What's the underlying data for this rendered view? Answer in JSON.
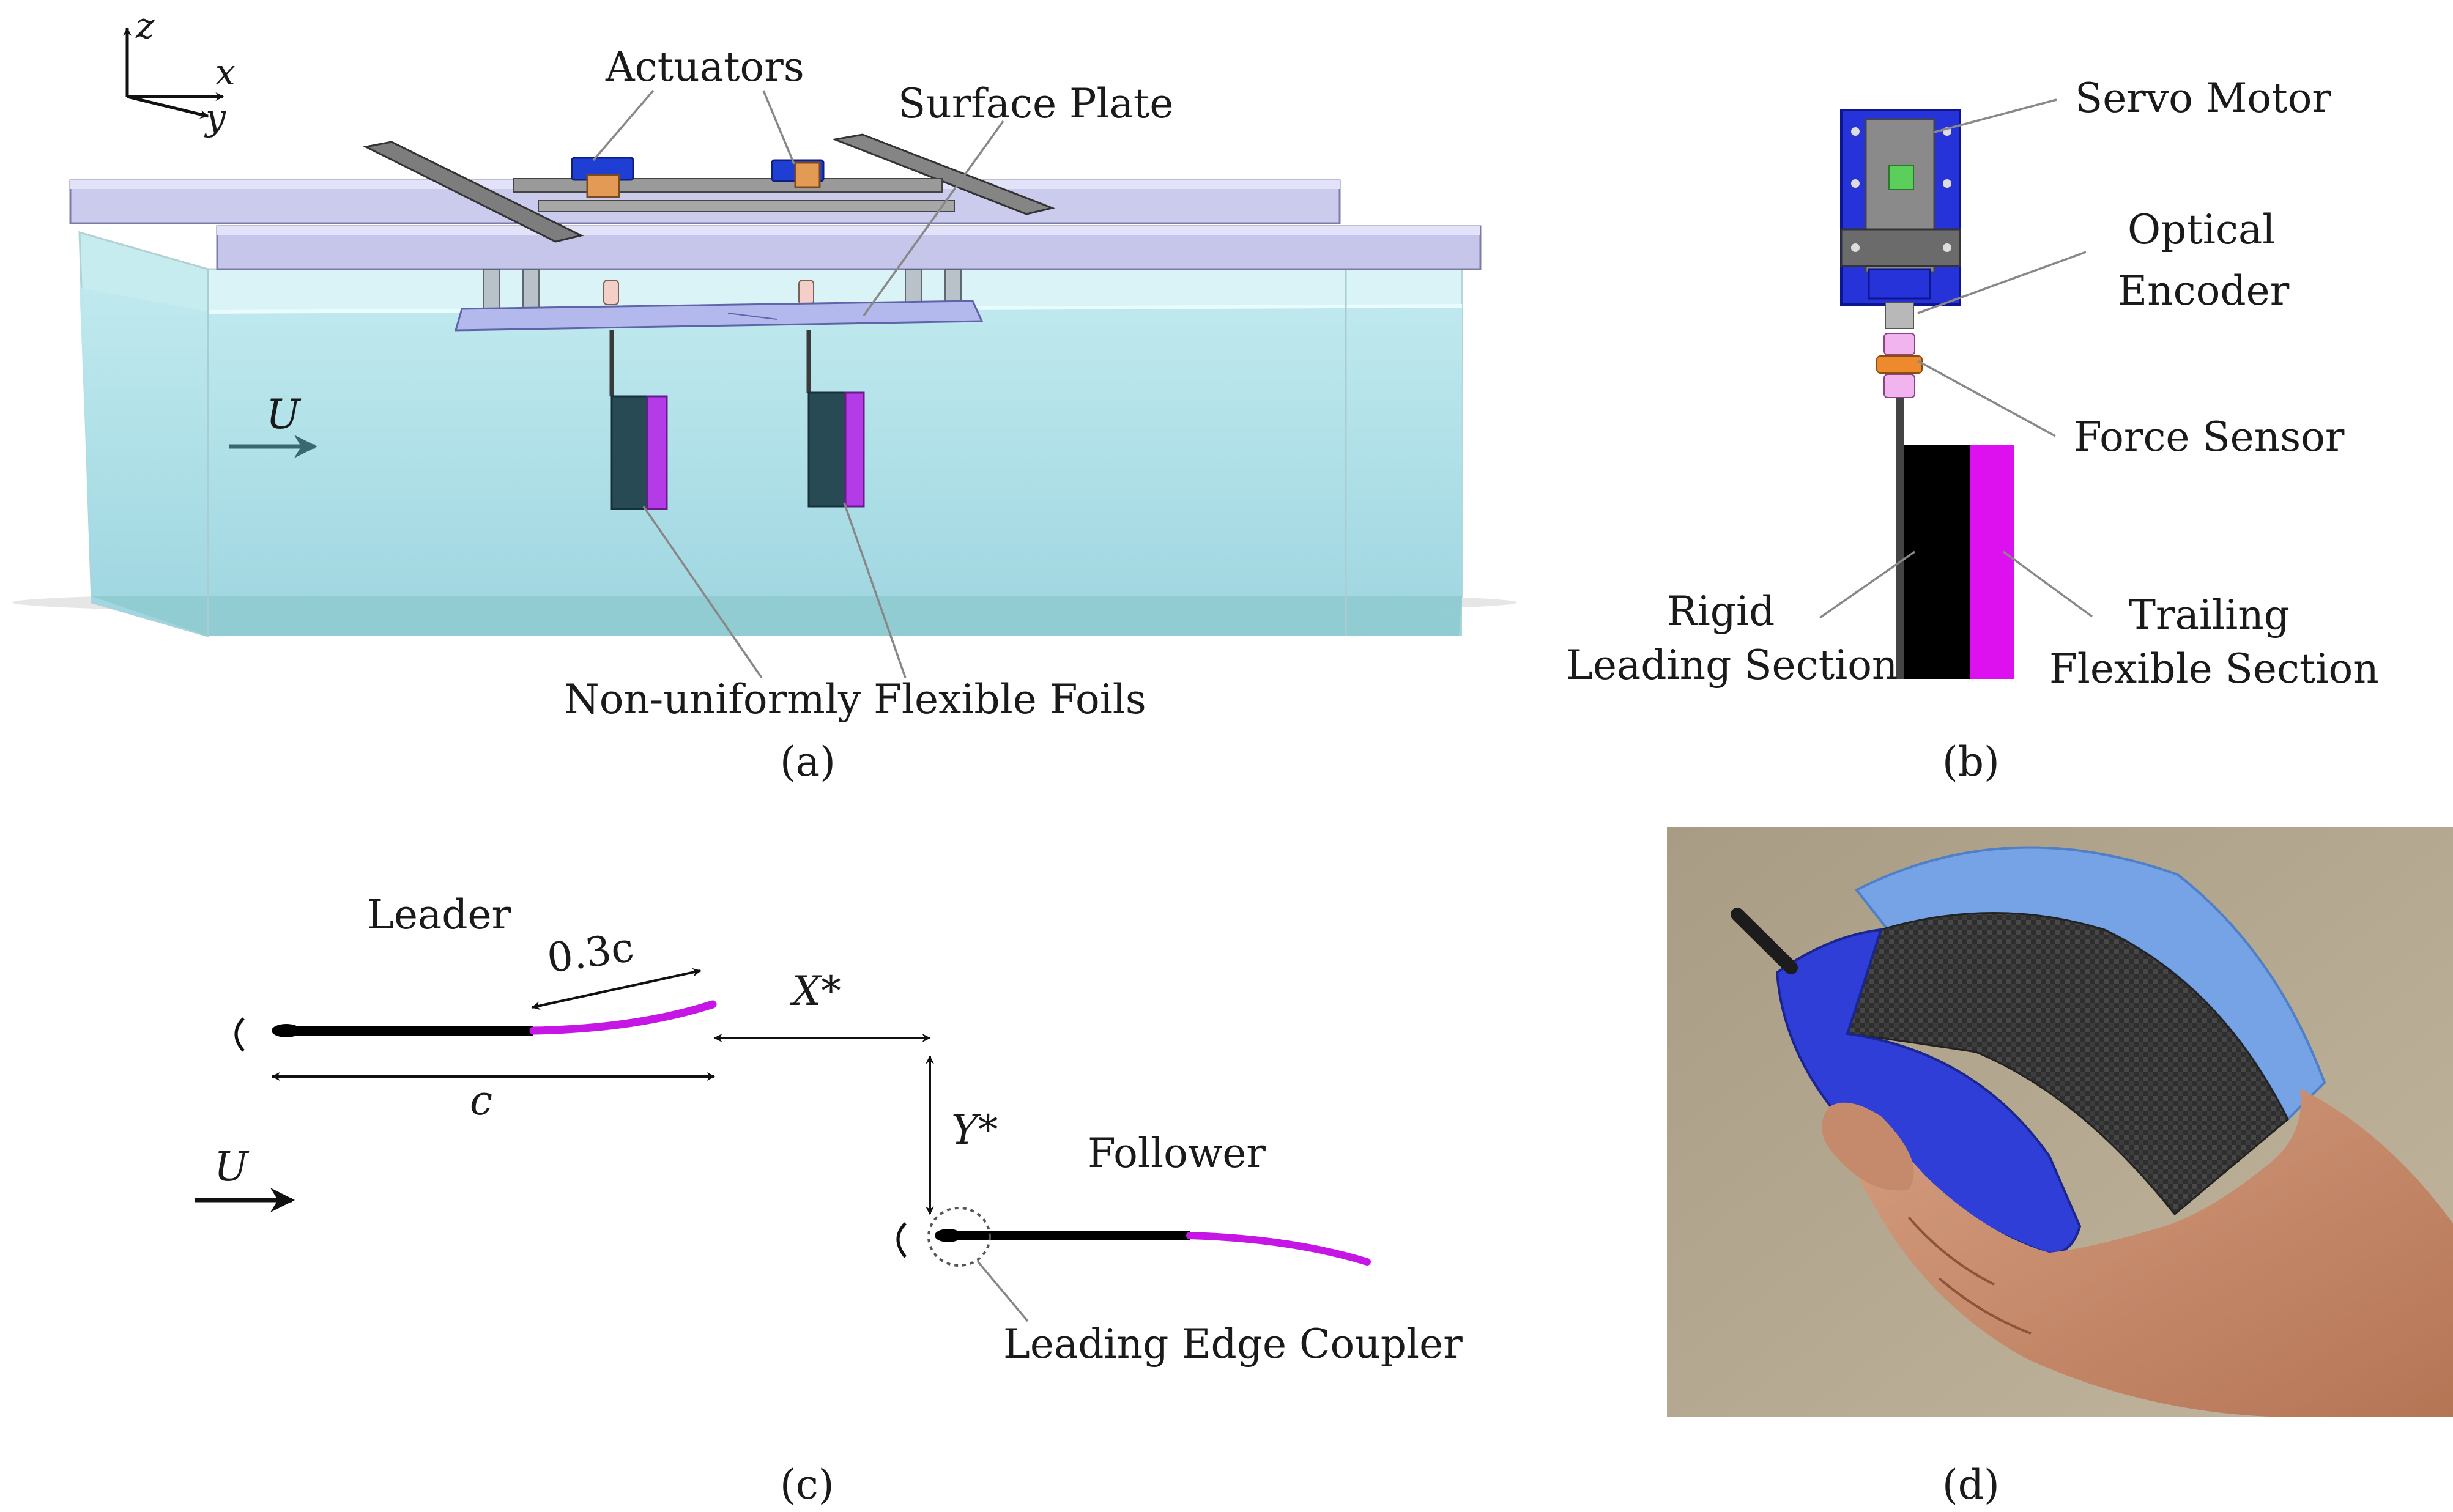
{
  "panel_a": {
    "axes": {
      "z": "z",
      "x": "x",
      "y": "y"
    },
    "labels": {
      "actuators": "Actuators",
      "surface_plate": "Surface Plate",
      "flow": "U",
      "foils": "Non-uniformly Flexible Foils"
    },
    "caption": "(a)"
  },
  "panel_b": {
    "labels": {
      "servo_motor": "Servo Motor",
      "optical_line1": "Optical",
      "optical_line2": "Encoder",
      "force_sensor": "Force Sensor",
      "rigid_line1": "Rigid",
      "rigid_line2": "Leading Section",
      "trailing_line1": "Trailing",
      "trailing_line2": "Flexible Section"
    },
    "caption": "(b)"
  },
  "panel_c": {
    "labels": {
      "leader": "Leader",
      "flex_length": "0.3c",
      "x_gap": "X*",
      "chord": "c",
      "y_gap": "Y*",
      "follower": "Follower",
      "flow": "U",
      "coupler": "Leading Edge Coupler"
    },
    "caption": "(c)"
  },
  "panel_d": {
    "caption": "(d)"
  },
  "colors": {
    "water": "#a6dde6",
    "rail": "#c9c9ec",
    "rigid": "#000000",
    "flexible": "#c516e6",
    "bracket_blue": "#2533d8",
    "photo_bg": "#b5a890",
    "foil_blue": "#74a2e4"
  }
}
